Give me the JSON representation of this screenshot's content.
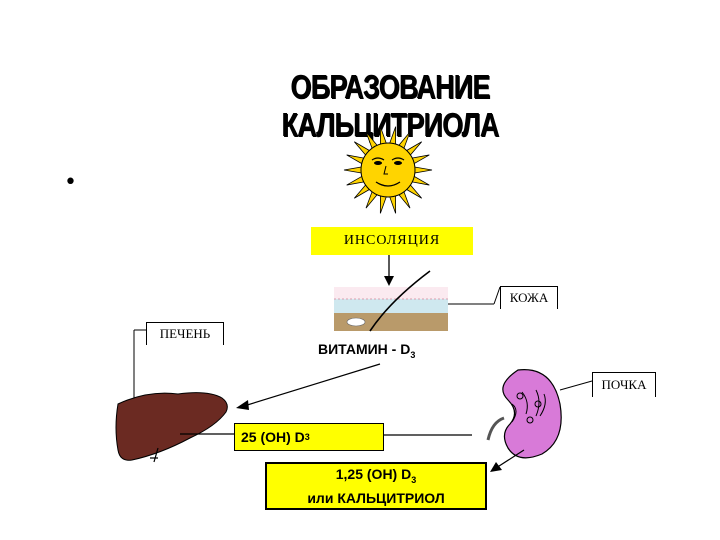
{
  "title": "ОБРАЗОВАНИЕ КАЛЬЦИТРИОЛА",
  "bullet": "•",
  "labels": {
    "insolation": "ИНСОЛЯЦИЯ",
    "skin": "КОЖА",
    "liver": "ПЕЧЕНЬ",
    "kidney": "ПОЧКА",
    "vitamin_prefix": "ВИТАМИН - D",
    "vitamin_sub": "3",
    "hydroxy_prefix": "25 (OH) D",
    "hydroxy_sub": "3",
    "calcitriol_line1_prefix": "1,25 (OH) D",
    "calcitriol_line1_sub": "3",
    "calcitriol_line2": "или КАЛЬЦИТРИОЛ"
  },
  "colors": {
    "box_yellow": "#ffff00",
    "sun": "#ffd400",
    "liver": "#6b2a22",
    "kidney": "#d87ad8",
    "skin_top": "#cfe8ef",
    "skin_bottom": "#b99a6a"
  },
  "icons": [
    "sun-icon",
    "skin-section-icon",
    "liver-icon",
    "kidney-icon"
  ]
}
